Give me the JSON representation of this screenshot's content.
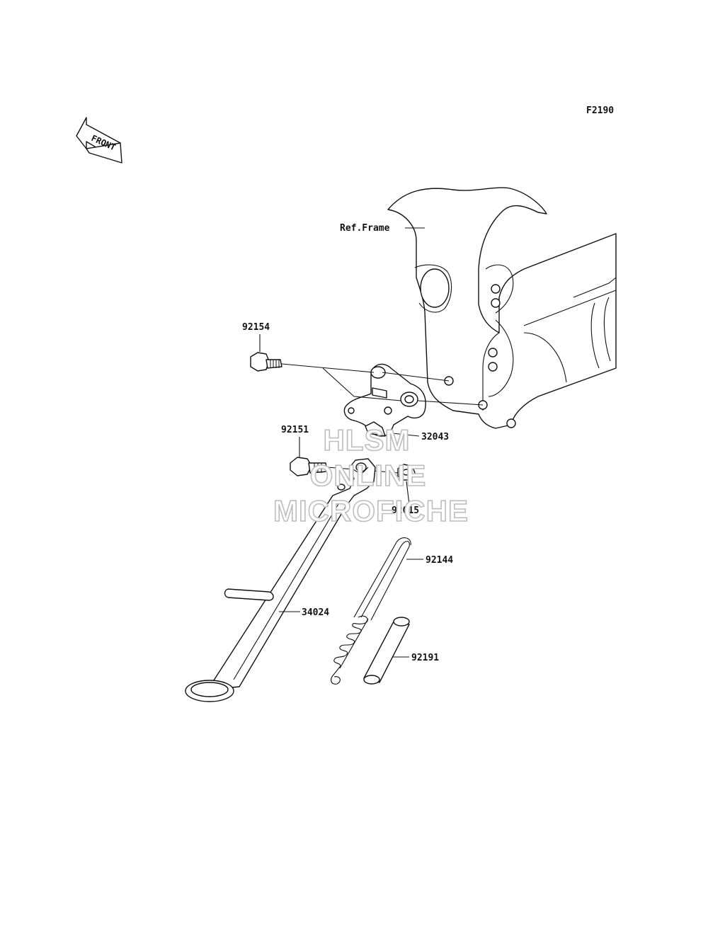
{
  "figure_code": "F2190",
  "front_arrow_text": "FRONT",
  "reference_label": "Ref.Frame",
  "callouts": [
    {
      "part": "92154"
    },
    {
      "part": "32043"
    },
    {
      "part": "92151"
    },
    {
      "part": "92015"
    },
    {
      "part": "92144"
    },
    {
      "part": "34024"
    },
    {
      "part": "92191"
    }
  ],
  "watermark": {
    "line1": "HLSM",
    "line2": "ONLINE",
    "line3": "MICROFICHE"
  }
}
